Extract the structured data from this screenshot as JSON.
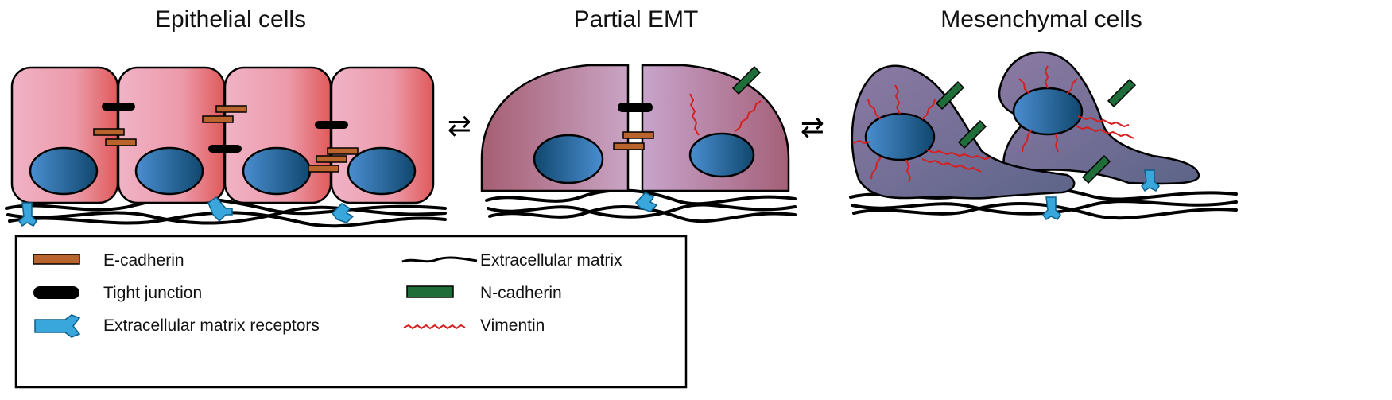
{
  "titles": {
    "epithelial": "Epithelial cells",
    "partial": "Partial EMT",
    "mesenchymal": "Mesenchymal cells"
  },
  "arrows": {
    "symbol": "⇄"
  },
  "legend": {
    "items": [
      {
        "label": "E-cadherin",
        "icon": "e-cadherin-icon",
        "color": "#b8642c"
      },
      {
        "label": "Tight junction",
        "icon": "tight-junction-icon",
        "color": "#000000"
      },
      {
        "label": "Extracellular matrix receptors",
        "icon": "ecm-receptor-icon",
        "color": "#3aa7dc"
      },
      {
        "label": "Extracellular matrix",
        "icon": "ecm-fiber-icon",
        "color": "#000000"
      },
      {
        "label": "N-cadherin",
        "icon": "n-cadherin-icon",
        "color": "#1f6e3a"
      },
      {
        "label": "Vimentin",
        "icon": "vimentin-icon",
        "color": "#d42020"
      }
    ]
  },
  "colors": {
    "epithelial_cell": "#e98a98",
    "partial_cell": "#b27d9c",
    "mesenchymal_cell": "#7d6f98",
    "nucleus": "#2f6ea8"
  }
}
